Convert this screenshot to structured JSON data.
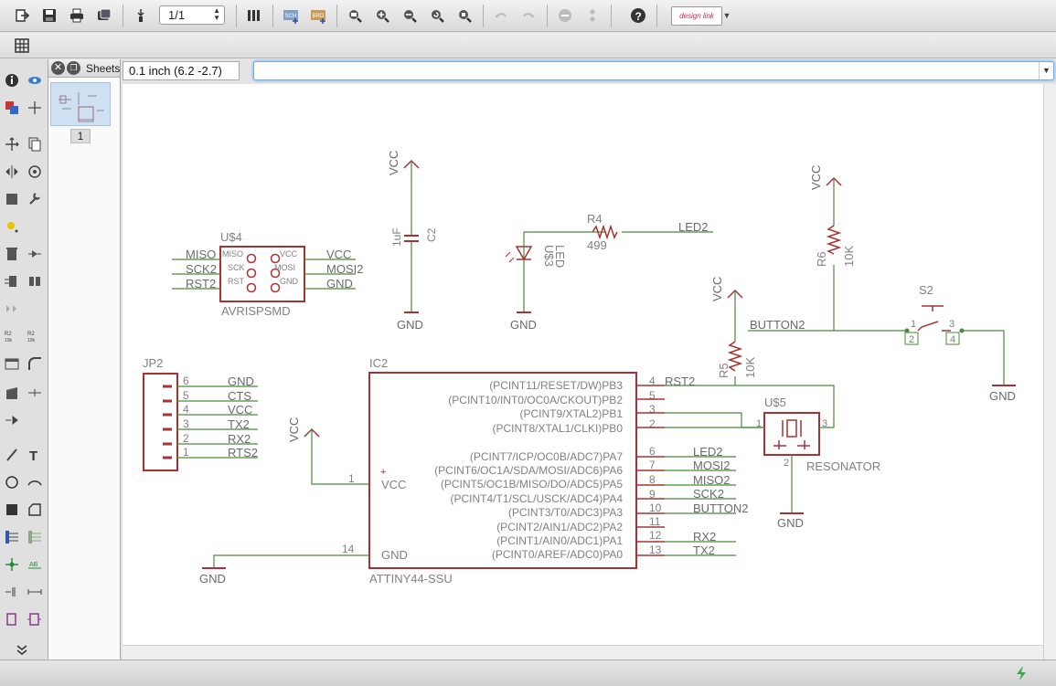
{
  "toolbar": {
    "page_value": "1/1",
    "design_link_label": "design link",
    "sch_label": "SCH",
    "brd_label": "BRD"
  },
  "sheets": {
    "title": "Sheets",
    "sheet_number": "1"
  },
  "coordinate_display": "0.1 inch (6.2 -2.7)",
  "command_line": {
    "value": ""
  },
  "colors": {
    "wire": "#4a8a3a",
    "symbol": "#a83232",
    "text": "#808080",
    "label_text": "#6a6a6a"
  },
  "schematic": {
    "u4": {
      "name": "U$4",
      "value": "AVRISPSMD",
      "pins_left": [
        "MISO",
        "SCK",
        "RST"
      ],
      "pins_right": [
        "VCC",
        "MOSI",
        "GND"
      ],
      "nets_left": [
        "MISO",
        "SCK2",
        "RST2"
      ],
      "nets_right": [
        "VCC",
        "MOSI2",
        "GND"
      ]
    },
    "c2": {
      "name": "C2",
      "value": "1uF",
      "top": "VCC",
      "bottom": "GND"
    },
    "u3": {
      "name": "U$3",
      "value": "LED",
      "bottom": "GND"
    },
    "r4": {
      "name": "R4",
      "value": "499",
      "net": "LED2"
    },
    "r6": {
      "name": "R6",
      "value": "10K",
      "top": "VCC"
    },
    "s2": {
      "name": "S2",
      "pins": [
        "1",
        "2",
        "3",
        "4"
      ],
      "net": "BUTTON2",
      "gnd": "GND"
    },
    "r5": {
      "name": "R5",
      "value": "10K",
      "top": "VCC"
    },
    "u5": {
      "name": "U$5",
      "value": "RESONATOR",
      "pins": [
        "1",
        "2",
        "3"
      ],
      "gnd": "GND"
    },
    "jp2": {
      "name": "JP2",
      "pins": [
        {
          "num": "6",
          "net": "GND"
        },
        {
          "num": "5",
          "net": "CTS"
        },
        {
          "num": "4",
          "net": "VCC"
        },
        {
          "num": "3",
          "net": "TX2"
        },
        {
          "num": "2",
          "net": "RX2"
        },
        {
          "num": "1",
          "net": "RTS2"
        }
      ]
    },
    "ic2": {
      "name": "IC2",
      "value": "ATTINY44-SSU",
      "vcc_label": "VCC",
      "gnd_label": "GND",
      "vcc_pin": "1",
      "gnd_pin": "14",
      "vcc_net": "VCC",
      "gnd_net": "GND",
      "pins_top": [
        {
          "label": "(PCINT11/RESET/DW)PB3",
          "num": "4",
          "net": "RST2"
        },
        {
          "label": "(PCINT10/INT0/OC0A/CKOUT)PB2",
          "num": "5",
          "net": ""
        },
        {
          "label": "(PCINT9/XTAL2)PB1",
          "num": "3",
          "net": ""
        },
        {
          "label": "(PCINT8/XTAL1/CLKI)PB0",
          "num": "2",
          "net": ""
        }
      ],
      "pins_bottom": [
        {
          "label": "(PCINT7/ICP/OC0B/ADC7)PA7",
          "num": "6",
          "net": "LED2"
        },
        {
          "label": "(PCINT6/OC1A/SDA/MOSI/ADC6)PA6",
          "num": "7",
          "net": "MOSI2"
        },
        {
          "label": "(PCINT5/OC1B/MISO/DO/ADC5)PA5",
          "num": "8",
          "net": "MISO2"
        },
        {
          "label": "(PCINT4/T1/SCL/USCK/ADC4)PA4",
          "num": "9",
          "net": "SCK2"
        },
        {
          "label": "(PCINT3/T0/ADC3)PA3",
          "num": "10",
          "net": "BUTTON2"
        },
        {
          "label": "(PCINT2/AIN1/ADC2)PA2",
          "num": "11",
          "net": ""
        },
        {
          "label": "(PCINT1/AIN0/ADC1)PA1",
          "num": "12",
          "net": "RX2"
        },
        {
          "label": "(PCINT0/AREF/ADC0)PA0",
          "num": "13",
          "net": "TX2"
        }
      ]
    }
  }
}
